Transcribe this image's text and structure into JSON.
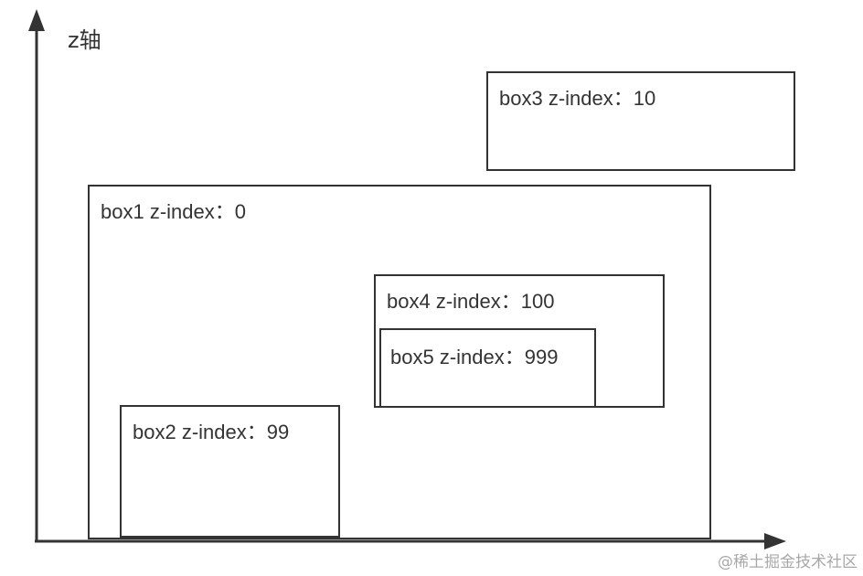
{
  "axis": {
    "label": "z轴"
  },
  "boxes": {
    "box1": {
      "label": "box1 z-index：0"
    },
    "box2": {
      "label": "box2 z-index：99"
    },
    "box3": {
      "label": "box3 z-index：10"
    },
    "box4": {
      "label": "box4 z-index：100"
    },
    "box5": {
      "label": "box5 z-index：999"
    }
  },
  "watermark": {
    "text": "@稀土掘金技术社区"
  },
  "colors": {
    "line": "#333333",
    "watermark": "#a8a8a8",
    "background": "#ffffff"
  }
}
